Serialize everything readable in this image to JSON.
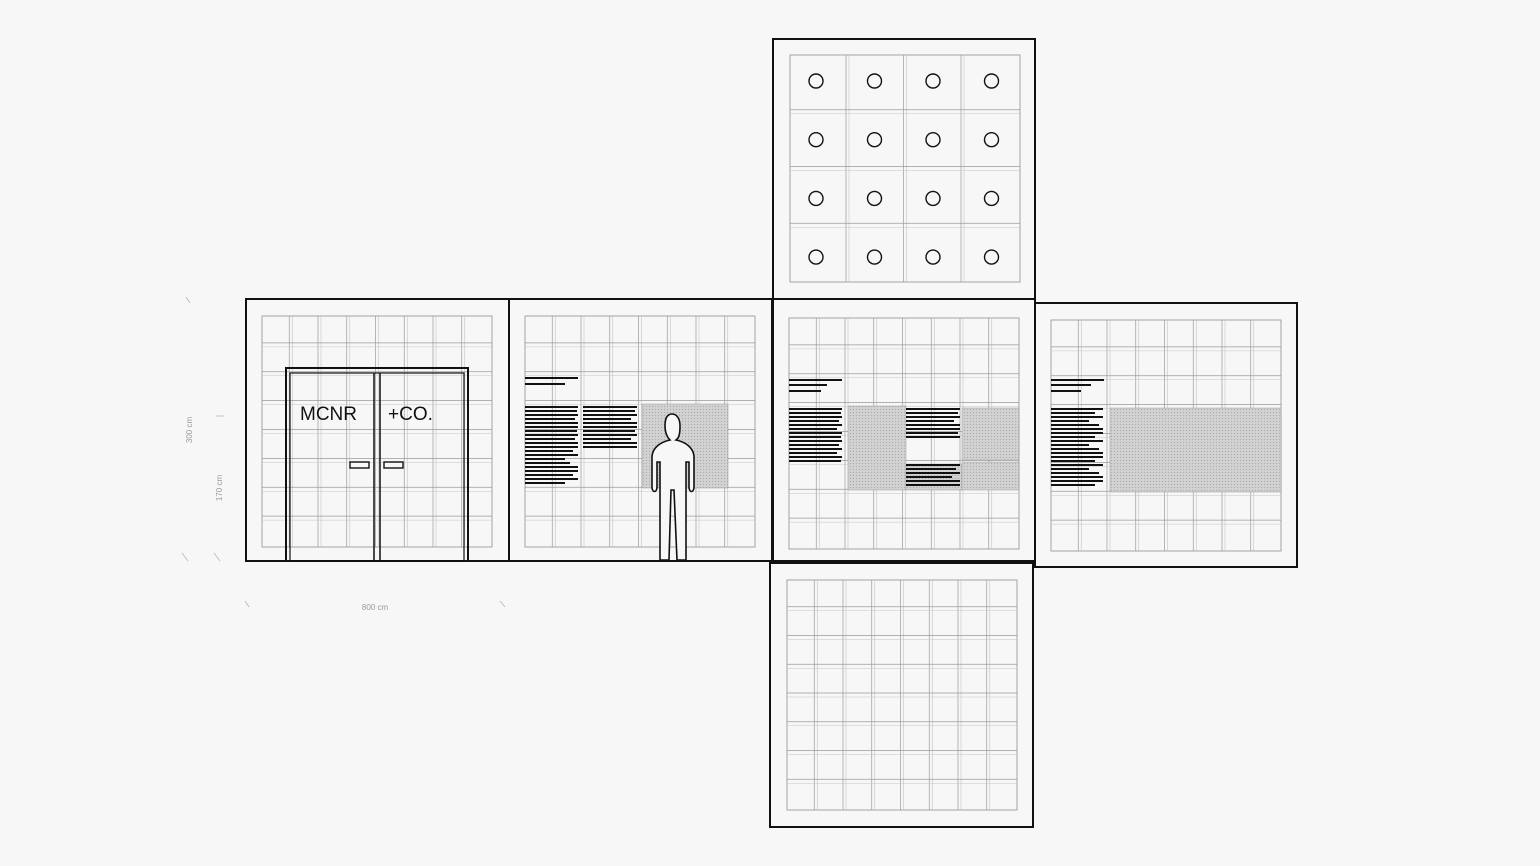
{
  "logo": {
    "left": "MCNR",
    "right": "+CO."
  },
  "dimensions": {
    "width": "800 cm",
    "height_total": "300 cm",
    "height_eye": "170 cm"
  },
  "colors": {
    "line": "#111111",
    "grid": "#9a9a9a",
    "grid_light": "#c4c4c4",
    "hatch": "#d2d2d2",
    "paper": "#f7f7f7",
    "dim": "#a0a0a0"
  },
  "panels": [
    {
      "id": "left-wall",
      "role": "wall",
      "features": [
        "door",
        "logo"
      ]
    },
    {
      "id": "back-left-wall",
      "role": "wall",
      "features": [
        "text-block",
        "hatched-area",
        "human-figure"
      ]
    },
    {
      "id": "center-wall",
      "role": "wall",
      "features": [
        "text-block",
        "hatched-area"
      ]
    },
    {
      "id": "right-wall",
      "role": "wall",
      "features": [
        "text-block",
        "hatched-area"
      ]
    },
    {
      "id": "ceiling",
      "role": "ceiling",
      "features": [
        "light-fixtures"
      ],
      "fixture_grid": [
        4,
        4
      ]
    },
    {
      "id": "floor",
      "role": "floor",
      "features": []
    }
  ]
}
